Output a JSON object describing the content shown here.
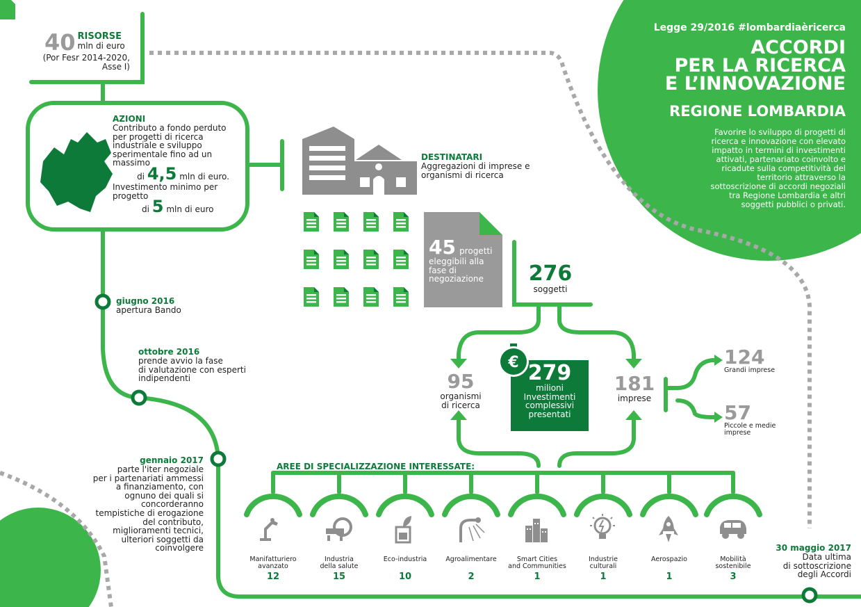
{
  "header": {
    "tag": "Legge 29/2016 #lombardiaèricerca",
    "title_lines": [
      "ACCORDI",
      "PER LA RICERCA",
      "E L’INNOVAZIONE"
    ],
    "region": "REGIONE LOMBARDIA",
    "description_lines": [
      "Favorire lo sviluppo di progetti di",
      "ricerca e innovazione con elevato",
      "impatto in termini di investimenti",
      "attivati, partenariato coinvolto e",
      "ricadute sulla competitività del",
      "territorio attraverso la",
      "sottoscrizione di accordi negoziali",
      "tra Regione Lombardia e altri",
      "soggetti pubblici o privati."
    ]
  },
  "resources": {
    "number": "40",
    "label": "RISORSE",
    "unit": "mln di euro",
    "note_lines": [
      "(Por Fesr 2014-2020,",
      "Asse I)"
    ]
  },
  "actions": {
    "heading": "AZIONI",
    "lines": [
      "Contributo a fondo perduto",
      "per progetti di ricerca",
      "industriale e sviluppo",
      "sperimentale fino ad un",
      "massimo"
    ],
    "max_prefix": "di",
    "max_value": "4,5",
    "max_unit": "mln di euro.",
    "min_lines": [
      "Investimento minimo per",
      "progetto"
    ],
    "min_prefix": "di",
    "min_value": "5",
    "min_unit": "mln di euro"
  },
  "recipients": {
    "heading": "DESTINATARI",
    "lines": [
      "Aggregazioni di imprese e",
      "organismi di ricerca"
    ]
  },
  "projects": {
    "number": "45",
    "word": "progetti",
    "lines": [
      "eleggibili alla",
      "fase di",
      "negoziazione"
    ]
  },
  "subjects": {
    "number": "276",
    "label": "soggetti"
  },
  "research_orgs": {
    "number": "95",
    "lines": [
      "organismi",
      "di ricerca"
    ]
  },
  "investment": {
    "number": "279",
    "lines": [
      "milioni",
      "Investimenti",
      "complessivi",
      "presentati"
    ],
    "icon": "euro-stopwatch-icon"
  },
  "companies": {
    "number": "181",
    "label": "imprese"
  },
  "large": {
    "number": "124",
    "label": "Grandi imprese"
  },
  "small": {
    "number": "57",
    "lines": [
      "Piccole e medie",
      "imprese"
    ]
  },
  "timeline": [
    {
      "date": "giugno 2016",
      "lines": [
        "apertura Bando"
      ]
    },
    {
      "date": "ottobre 2016",
      "lines": [
        "prende avvio la fase",
        "di valutazione con esperti",
        "indipendenti"
      ]
    },
    {
      "date": "gennaio 2017",
      "lines": [
        "parte l'iter negoziale",
        "per i partenariati ammessi",
        "a finanziamento, con",
        "ognuno dei quali si",
        "concorderanno",
        "tempistiche di erogazione",
        "del contributo,",
        "miglioramenti tecnici,",
        "ulteriori soggetti da",
        "coinvolgere"
      ]
    },
    {
      "date": "30 maggio 2017",
      "lines": [
        "Data ultima",
        "di sottoscrizione",
        "degli Accordi"
      ]
    }
  ],
  "areas_title": "AREE DI SPECIALIZZAZIONE INTERESSATE:",
  "areas": [
    {
      "lines": [
        "Manifatturiero",
        "avanzato"
      ],
      "count": "12",
      "icon": "robot-arm-icon"
    },
    {
      "lines": [
        "Industria",
        "della salute"
      ],
      "count": "15",
      "icon": "medical-scanner-icon"
    },
    {
      "lines": [
        "Eco-industria"
      ],
      "count": "10",
      "icon": "leaf-jar-icon"
    },
    {
      "lines": [
        "Agroalimentare"
      ],
      "count": "2",
      "icon": "irrigation-icon"
    },
    {
      "lines": [
        "Smart Cities",
        "and Communities"
      ],
      "count": "1",
      "icon": "city-icon"
    },
    {
      "lines": [
        "Industrie",
        "culturali"
      ],
      "count": "1",
      "icon": "lightbulb-icon"
    },
    {
      "lines": [
        "Aerospazio"
      ],
      "count": "1",
      "icon": "rocket-icon"
    },
    {
      "lines": [
        "Mobilità",
        "sostenibile"
      ],
      "count": "3",
      "icon": "electric-car-icon"
    }
  ],
  "colors": {
    "green": "#3cb54a",
    "dark_green": "#0e7a3a",
    "gray": "#999999"
  }
}
